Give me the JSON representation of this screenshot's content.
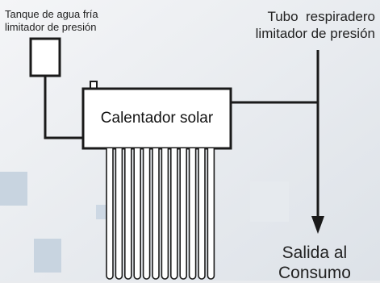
{
  "labels": {
    "tank": [
      "Tanque de agua fría",
      "limitador de presión"
    ],
    "tube": [
      "Tubo  respiradero",
      "limitador de presión"
    ],
    "heater": "Calentador solar",
    "outlet": [
      "Salida al",
      "Consumo"
    ]
  },
  "colors": {
    "background": "#e9ebee",
    "line": "#1a1a1a",
    "box_fill": "#ffffff",
    "deco_square": "#c9d5e1"
  },
  "tubes": {
    "count": 12
  }
}
